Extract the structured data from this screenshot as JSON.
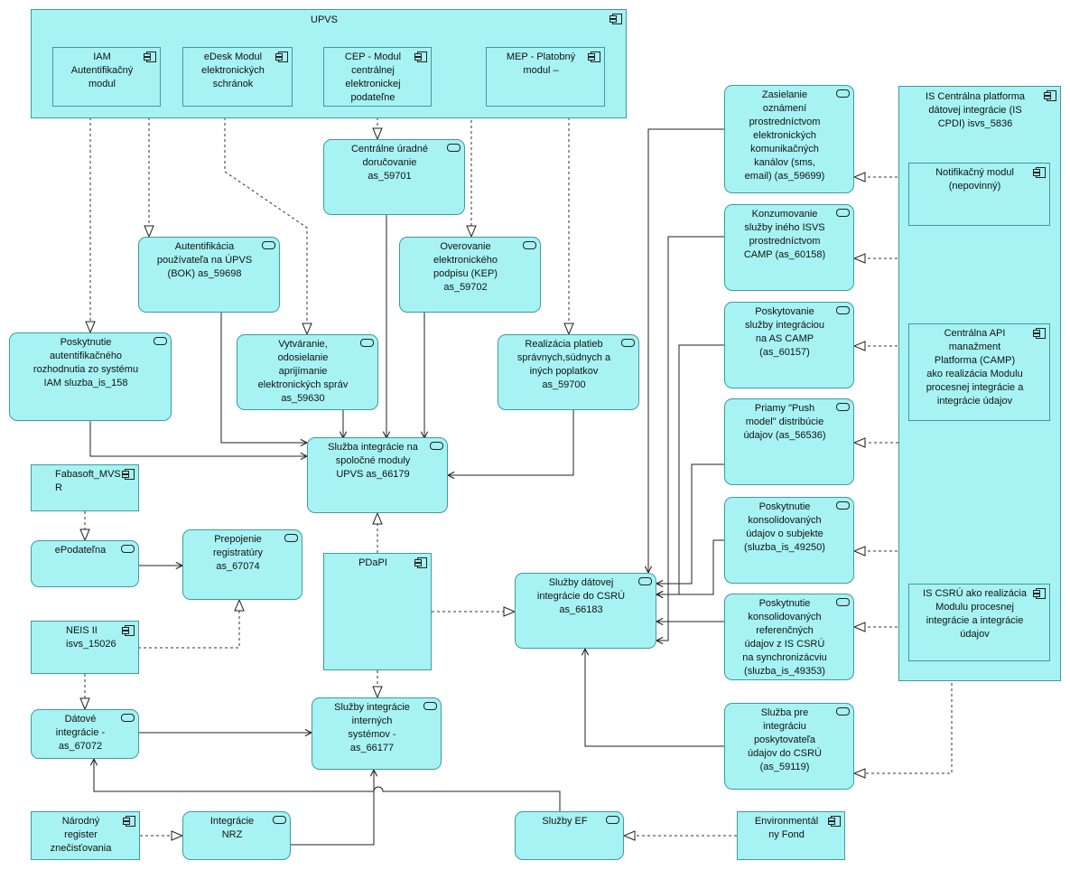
{
  "diagram": {
    "groups": [
      {
        "id": "upvs",
        "label": "UPVS",
        "type": "component"
      },
      {
        "id": "iscpdi",
        "label": "IS Centrálna platforma\ndátovej integrácie (IS\nCPDI) isvs_5836",
        "type": "component"
      }
    ],
    "nodes": [
      {
        "id": "iam",
        "label": "IAM\nAutentifikačný\nmodul",
        "type": "component"
      },
      {
        "id": "edesk",
        "label": "eDesk Modul\nelektronických\nschránok",
        "type": "component"
      },
      {
        "id": "cep",
        "label": "CEP  - Modul\ncentrálnej\nelektronickej\npodateľne",
        "type": "component"
      },
      {
        "id": "mep",
        "label": "MEP - Platobný\nmodul –",
        "type": "component"
      },
      {
        "id": "cud",
        "label": "Centrálne úradné\ndoručovanie\nas_59701",
        "type": "service"
      },
      {
        "id": "auth",
        "label": "Autentifikácia\npoužívateľa na ÚPVS\n(BOK) as_59698",
        "type": "service"
      },
      {
        "id": "kep",
        "label": "Overovanie\nelektronického\npodpisu (KEP)\nas_59702",
        "type": "service"
      },
      {
        "id": "pad",
        "label": "Poskytnutie\nautentifikačného\nrozhodnutia zo systému\nIAM sluzba_is_158",
        "type": "service"
      },
      {
        "id": "vyt",
        "label": "Vytváranie,\nodosielanie\naprijímanie\nelektronických správ\nas_59630",
        "type": "service"
      },
      {
        "id": "plat",
        "label": "Realizácia platieb\nsprávnych,súdnych a\niných poplatkov\nas_59700",
        "type": "service"
      },
      {
        "id": "sism",
        "label": "Služba integrácie na\nspoločné moduly\nUPVS as_66179",
        "type": "service"
      },
      {
        "id": "fab",
        "label": "Fabasoft_MVS\nR",
        "type": "component"
      },
      {
        "id": "epod",
        "label": "ePodateľna",
        "type": "service"
      },
      {
        "id": "prep",
        "label": "Prepojenie\nregistratúry\nas_67074",
        "type": "service"
      },
      {
        "id": "neis",
        "label": "NEIS II\nisvs_15026",
        "type": "component"
      },
      {
        "id": "pdapi",
        "label": "PDaPI",
        "type": "component"
      },
      {
        "id": "sdi",
        "label": "Služby dátovej\nintegrácie do CSRÚ\nas_66183",
        "type": "service"
      },
      {
        "id": "di",
        "label": "Dátové\nintegrácie -\nas_67072",
        "type": "service"
      },
      {
        "id": "sii",
        "label": "Služby integrácie\ninterných\nsystémov -\nas_66177",
        "type": "service"
      },
      {
        "id": "nrz",
        "label": "Národný\nregister\nznečisťovania",
        "type": "component"
      },
      {
        "id": "inrz",
        "label": "Integrácie\nNRZ",
        "type": "service"
      },
      {
        "id": "sef",
        "label": "Služby EF",
        "type": "service"
      },
      {
        "id": "ef",
        "label": "Environmentál\nny Fond",
        "type": "component"
      },
      {
        "id": "zas",
        "label": "Zasielanie\noznámení\nprostredníctvom\nelektronických\nkomunikačných\nkanálov (sms,\nemail) (as_59699)",
        "type": "service"
      },
      {
        "id": "kons",
        "label": "Konzumovanie\nslužby iného ISVS\nprostredníctvom\nCAMP (as_60158)",
        "type": "service"
      },
      {
        "id": "posk",
        "label": "Poskytovanie\nslužby integráciou\nna AS CAMP\n(as_60157)",
        "type": "service"
      },
      {
        "id": "push",
        "label": "Priamy \"Push\nmodel\" distribúcie\núdajov    (as_56536)",
        "type": "service"
      },
      {
        "id": "pks",
        "label": "Poskytnutie\nkonsolidovaných\núdajov o subjekte\n(sluzba_is_49250)",
        "type": "service"
      },
      {
        "id": "pkr",
        "label": "Poskytnutie\nkonsolidovaných\nreferenčných\núdajov z IS CSRÚ\nna synchronizácviu\n(sluzba_is_49353)",
        "type": "service"
      },
      {
        "id": "spi",
        "label": "Služba pre\nintegráciu\nposkytovateľa\núdajov do CSRÚ\n(as_59119)",
        "type": "service"
      },
      {
        "id": "notif",
        "label": "Notifikačný modul\n(nepovinný)",
        "type": "component"
      },
      {
        "id": "camp",
        "label": "Centrálna API\nmanažment\nPlatforma  (CAMP)\nako realizácia Modulu\nprocesnej integrácie a\nintegrácie údajov",
        "type": "component"
      },
      {
        "id": "csru",
        "label": "IS CSRÚ ako realizácia\nModulu procesnej\nintegrácie a integrácie\núdajov",
        "type": "component"
      }
    ]
  }
}
